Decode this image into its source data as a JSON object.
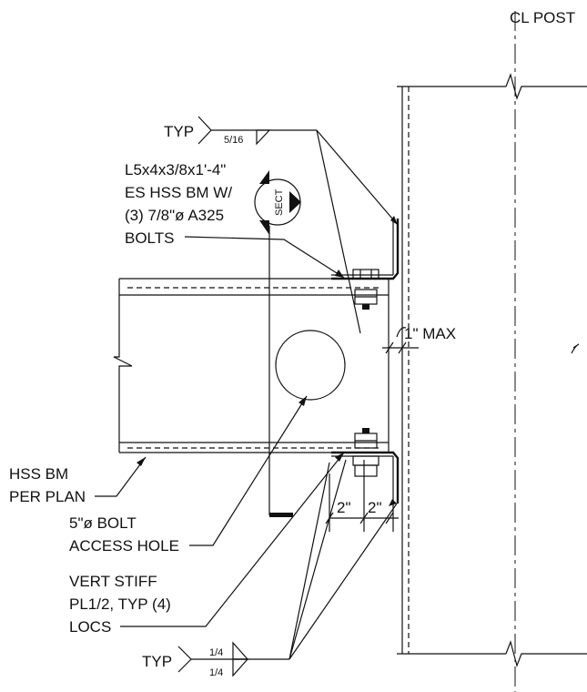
{
  "post": {
    "centerline_label": "CL POST"
  },
  "weld_top": {
    "label": "TYP",
    "size": "5/16"
  },
  "angle_note": [
    "L5x4x3/8x1'-4\"",
    "ES HSS BM W/",
    "(3) 7/8\"ø A325",
    "BOLTS"
  ],
  "section_marker": {
    "label": "SECT"
  },
  "gap_note": "1\" MAX",
  "beam_note": [
    "HSS BM",
    "PER PLAN"
  ],
  "hole_note": [
    "5\"ø BOLT",
    "ACCESS HOLE"
  ],
  "stiff_note": [
    "VERT STIFF",
    "PL1/2, TYP (4)",
    "LOCS"
  ],
  "dims": [
    "2\"",
    "2\""
  ],
  "weld_bottom": {
    "label": "TYP",
    "size_top": "1/4",
    "size_bottom": "1/4"
  }
}
